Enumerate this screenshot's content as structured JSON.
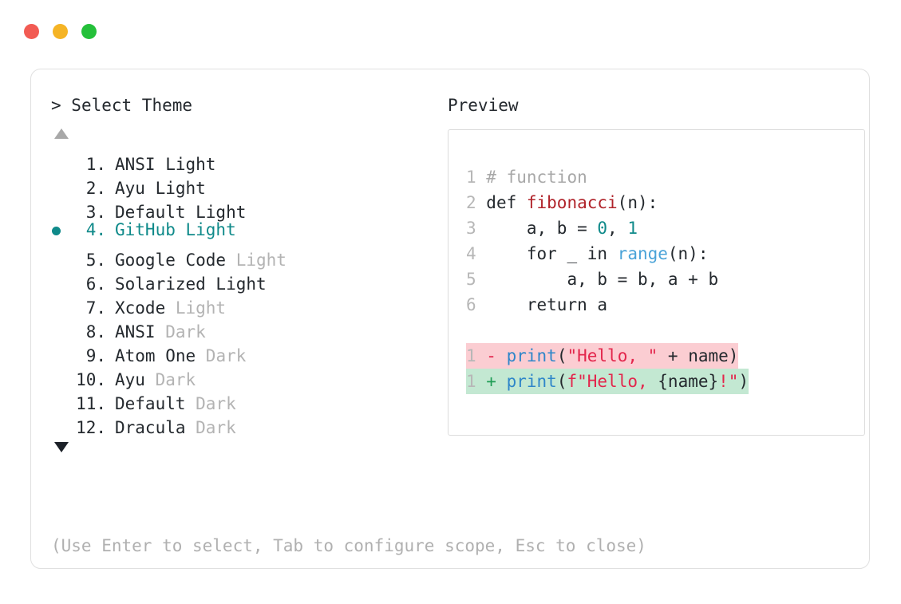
{
  "window": {
    "traffic_lights": [
      {
        "name": "close",
        "color": "#f25b53"
      },
      {
        "name": "minimize",
        "color": "#f5b425"
      },
      {
        "name": "zoom",
        "color": "#24c03a"
      }
    ]
  },
  "picker": {
    "prompt": "> ",
    "title": "Select Theme",
    "scroll_up_icon": "triangle-up",
    "scroll_down_icon": "triangle-down",
    "selected_index": 4,
    "themes": [
      {
        "index": "1.",
        "name": "ANSI Light",
        "suffix": "",
        "selected": false
      },
      {
        "index": "2.",
        "name": "Ayu Light",
        "suffix": "",
        "selected": false
      },
      {
        "index": "3.",
        "name": "Default Light",
        "suffix": "",
        "selected": false
      },
      {
        "index": "4.",
        "name": "GitHub Light",
        "suffix": "",
        "selected": true
      },
      {
        "index": "5.",
        "name": "Google Code",
        "suffix": " Light",
        "selected": false
      },
      {
        "index": "6.",
        "name": "Solarized Light",
        "suffix": "",
        "selected": false
      },
      {
        "index": "7.",
        "name": "Xcode",
        "suffix": " Light",
        "selected": false
      },
      {
        "index": "8.",
        "name": "ANSI",
        "suffix": " Dark",
        "selected": false
      },
      {
        "index": "9.",
        "name": "Atom One",
        "suffix": " Dark",
        "selected": false
      },
      {
        "index": "10.",
        "name": "Ayu",
        "suffix": " Dark",
        "selected": false
      },
      {
        "index": "11.",
        "name": "Default",
        "suffix": " Dark",
        "selected": false
      },
      {
        "index": "12.",
        "name": "Dracula",
        "suffix": " Dark",
        "selected": false
      }
    ],
    "hint": "(Use Enter to select, Tab to configure scope, Esc to close)"
  },
  "preview": {
    "title": "Preview",
    "code_lines": [
      {
        "num": "1",
        "tokens": [
          {
            "t": "# function",
            "c": "comment"
          }
        ]
      },
      {
        "num": "2",
        "tokens": [
          {
            "t": "def ",
            "c": "kw"
          },
          {
            "t": "fibonacci",
            "c": "fn"
          },
          {
            "t": "(n):",
            "c": "plain"
          }
        ]
      },
      {
        "num": "3",
        "tokens": [
          {
            "t": "    a, b = ",
            "c": "plain"
          },
          {
            "t": "0",
            "c": "num"
          },
          {
            "t": ", ",
            "c": "plain"
          },
          {
            "t": "1",
            "c": "num"
          }
        ]
      },
      {
        "num": "4",
        "tokens": [
          {
            "t": "    for _ in ",
            "c": "plain"
          },
          {
            "t": "range",
            "c": "builtin"
          },
          {
            "t": "(n):",
            "c": "plain"
          }
        ]
      },
      {
        "num": "5",
        "tokens": [
          {
            "t": "        a, b = b, a + b",
            "c": "plain"
          }
        ]
      },
      {
        "num": "6",
        "tokens": [
          {
            "t": "    return a",
            "c": "plain"
          }
        ]
      }
    ],
    "diff_lines": [
      {
        "num": "1",
        "sign": "-",
        "kind": "del",
        "tokens": [
          {
            "t": "print",
            "c": "call"
          },
          {
            "t": "(",
            "c": "plain"
          },
          {
            "t": "\"Hello, \"",
            "c": "str"
          },
          {
            "t": " + name)",
            "c": "plain"
          }
        ]
      },
      {
        "num": "1",
        "sign": "+",
        "kind": "add",
        "tokens": [
          {
            "t": "print",
            "c": "call"
          },
          {
            "t": "(",
            "c": "plain"
          },
          {
            "t": "f\"Hello, ",
            "c": "str"
          },
          {
            "t": "{name}",
            "c": "plain"
          },
          {
            "t": "!\"",
            "c": "str"
          },
          {
            "t": ")",
            "c": "plain"
          }
        ]
      }
    ]
  },
  "colors": {
    "accent": "#0f8a8a",
    "muted": "#b3b3b3",
    "text": "#24292e",
    "string": "#e3264c",
    "function": "#b0232a",
    "builtin": "#4aa3d8",
    "call": "#2f86c9",
    "diff_del_bg": "#fbcdd2",
    "diff_add_bg": "#c3e8d2"
  }
}
